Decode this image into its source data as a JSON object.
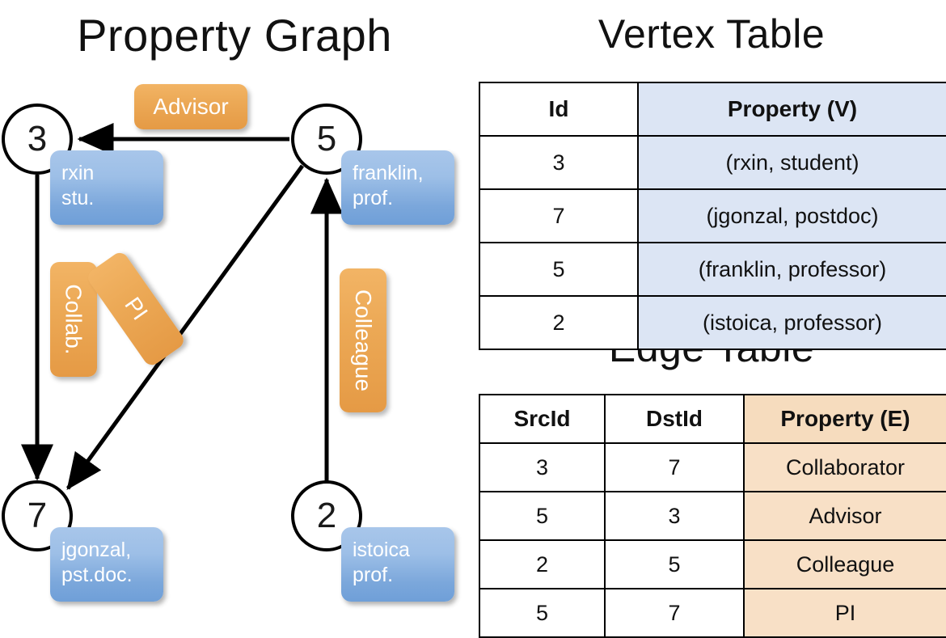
{
  "titles": {
    "property_graph": "Property Graph",
    "vertex_table": "Vertex Table",
    "edge_table": "Edge Table"
  },
  "graph": {
    "nodes": [
      {
        "id": "3",
        "property": "rxin\nstu.",
        "line1": "rxin",
        "line2": "stu."
      },
      {
        "id": "5",
        "property": "franklin, prof.",
        "line1": "franklin,",
        "line2": "prof."
      },
      {
        "id": "7",
        "property": "jgonzal, pst.doc.",
        "line1": "jgonzal,",
        "line2": "pst.doc."
      },
      {
        "id": "2",
        "property": "istoica prof.",
        "line1": "istoica",
        "line2": "prof."
      }
    ],
    "edge_labels": {
      "advisor": "Advisor",
      "collab": "Collab.",
      "pi": "PI",
      "colleague": "Colleague"
    },
    "edges": [
      {
        "src": "5",
        "dst": "3",
        "label": "Advisor"
      },
      {
        "src": "3",
        "dst": "7",
        "label": "Collab."
      },
      {
        "src": "5",
        "dst": "7",
        "label": "PI"
      },
      {
        "src": "2",
        "dst": "5",
        "label": "Colleague"
      }
    ]
  },
  "vertex_table": {
    "headers": [
      "Id",
      "Property (V)"
    ],
    "rows": [
      {
        "id": "3",
        "property": "(rxin, student)"
      },
      {
        "id": "7",
        "property": "(jgonzal, postdoc)"
      },
      {
        "id": "5",
        "property": "(franklin, professor)"
      },
      {
        "id": "2",
        "property": "(istoica, professor)"
      }
    ]
  },
  "edge_table": {
    "headers": [
      "SrcId",
      "DstId",
      "Property (E)"
    ],
    "rows": [
      {
        "src": "3",
        "dst": "7",
        "property": "Collaborator"
      },
      {
        "src": "5",
        "dst": "3",
        "property": "Advisor"
      },
      {
        "src": "2",
        "dst": "5",
        "property": "Colleague"
      },
      {
        "src": "5",
        "dst": "7",
        "property": "PI"
      }
    ]
  },
  "colors": {
    "vertex_property_cell": "#dce5f4",
    "edge_property_cell": "#f8e0c6",
    "node_property_box": "#7ba7db",
    "edge_label_box": "#eca956",
    "stroke": "#000000",
    "background": "#ffffff"
  }
}
